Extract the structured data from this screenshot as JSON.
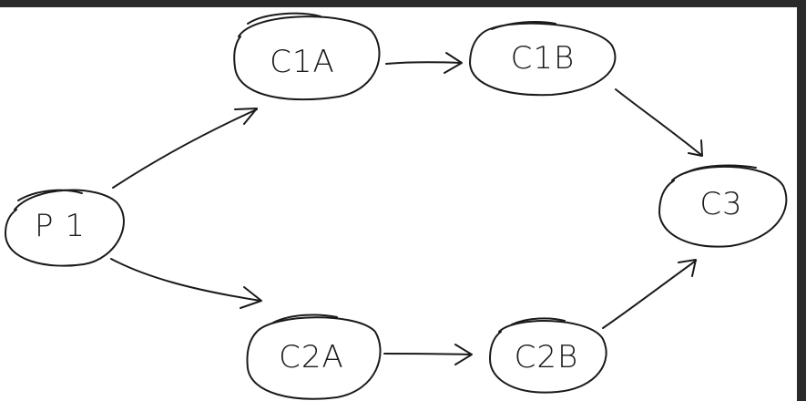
{
  "diagram": {
    "nodes": [
      {
        "id": "P1",
        "label": "P 1"
      },
      {
        "id": "C1A",
        "label": "C1A"
      },
      {
        "id": "C1B",
        "label": "C1B"
      },
      {
        "id": "C2A",
        "label": "C2A"
      },
      {
        "id": "C2B",
        "label": "C2B"
      },
      {
        "id": "C3",
        "label": "C3"
      }
    ],
    "edges": [
      {
        "from": "P1",
        "to": "C1A"
      },
      {
        "from": "P1",
        "to": "C2A"
      },
      {
        "from": "C1A",
        "to": "C1B"
      },
      {
        "from": "C2A",
        "to": "C2B"
      },
      {
        "from": "C1B",
        "to": "C3"
      },
      {
        "from": "C2B",
        "to": "C3"
      }
    ]
  }
}
